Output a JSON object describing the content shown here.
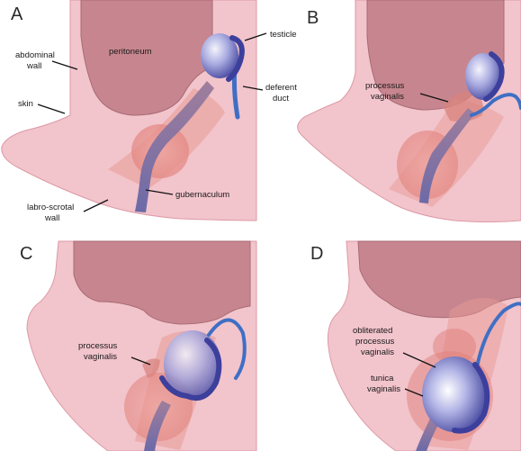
{
  "figure": {
    "panels": [
      {
        "letter": "A",
        "labels": {
          "peritoneum": "peritoneum",
          "testicle": "testicle",
          "abdominal_wall_1": "abdominal",
          "abdominal_wall_2": "wall",
          "skin": "skin",
          "deferent_duct_1": "deferent",
          "deferent_duct_2": "duct",
          "gubernaculum": "gubernaculum",
          "labro_scrotal_wall_1": "labro-scrotal",
          "labro_scrotal_wall_2": "wall"
        }
      },
      {
        "letter": "B",
        "labels": {
          "processus_vaginalis_1": "processus",
          "processus_vaginalis_2": "vaginalis"
        }
      },
      {
        "letter": "C",
        "labels": {
          "processus_vaginalis_1": "processus",
          "processus_vaginalis_2": "vaginalis"
        }
      },
      {
        "letter": "D",
        "labels": {
          "obliterated_1": "obliterated",
          "obliterated_2": "processus",
          "obliterated_3": "vaginalis",
          "tunica_1": "tunica",
          "tunica_2": "vaginalis"
        }
      }
    ],
    "colors": {
      "skin": "#f2c4cc",
      "skin_edge": "#dd9aa6",
      "peritoneum": "#c7868f",
      "peritoneum_edge": "#a86a74",
      "pouch": "#e89a94",
      "gubernaculum": "#8a7fae",
      "duct": "#3f6fc4",
      "testicle_light": "#f2f2fb",
      "testicle_dark": "#3d3f9c"
    }
  }
}
